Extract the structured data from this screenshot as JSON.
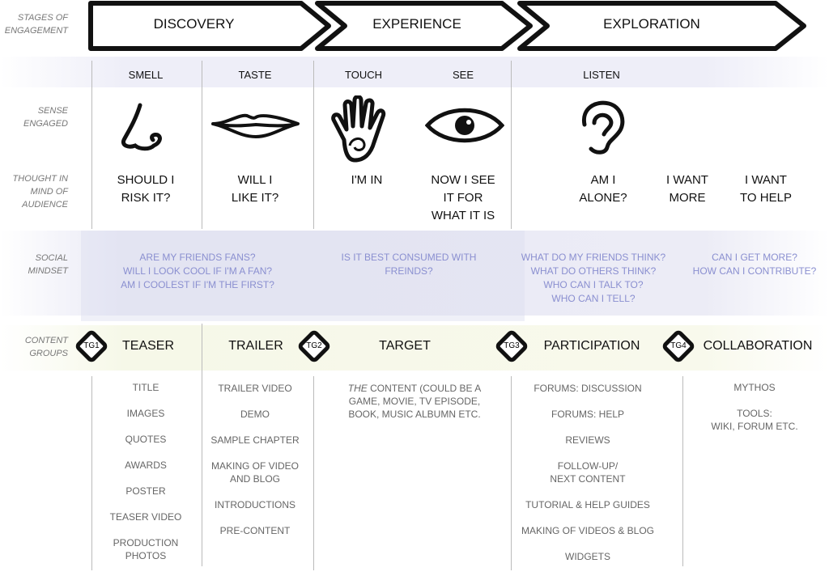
{
  "row_labels": {
    "stages": [
      "STAGES OF",
      "ENGAGEMENT"
    ],
    "sense": [
      "SENSE",
      "ENGAGED"
    ],
    "thought": [
      "THOUGHT IN",
      "MIND OF",
      "AUDIENCE"
    ],
    "social": [
      "SOCIAL",
      "MINDSET"
    ],
    "content": [
      "CONTENT",
      "GROUPS"
    ]
  },
  "stages": [
    "DISCOVERY",
    "EXPERIENCE",
    "EXPLORATION"
  ],
  "senses": [
    "SMELL",
    "TASTE",
    "TOUCH",
    "SEE",
    "LISTEN"
  ],
  "thoughts": [
    [
      "SHOULD I",
      "RISK IT?"
    ],
    [
      "WILL I",
      "LIKE IT?"
    ],
    [
      "I'M IN"
    ],
    [
      "NOW I SEE",
      "IT FOR",
      "WHAT IT IS"
    ],
    [
      "AM I",
      "ALONE?"
    ],
    [
      "I WANT",
      "MORE"
    ],
    [
      "I WANT",
      "TO HELP"
    ]
  ],
  "social": [
    [
      "ARE MY FRIENDS FANS?",
      "WILL I LOOK COOL IF I'M A FAN?",
      "AM I COOLEST IF I'M THE FIRST?"
    ],
    [
      "IS IT BEST CONSUMED WITH",
      "FREINDS?"
    ],
    [
      "WHAT DO MY FRIENDS THINK?",
      "WHAT DO OTHERS THINK?",
      "WHO CAN I TALK TO?",
      "WHO CAN I TELL?"
    ],
    [
      "CAN I GET MORE?",
      "HOW CAN I CONTRIBUTE?"
    ]
  ],
  "groups": [
    "TEASER",
    "TRAILER",
    "TARGET",
    "PARTICIPATION",
    "COLLABORATION"
  ],
  "tags": [
    "TG1",
    "TG2",
    "TG3",
    "TG4"
  ],
  "lists": {
    "teaser": [
      "TITLE",
      "IMAGES",
      "QUOTES",
      "AWARDS",
      "POSTER",
      "TEASER VIDEO",
      "PRODUCTION\nPHOTOS"
    ],
    "trailer": [
      "TRAILER VIDEO",
      "DEMO",
      "SAMPLE CHAPTER",
      "MAKING OF VIDEO\nAND BLOG",
      "INTRODUCTIONS",
      "PRE-CONTENT"
    ],
    "target_em": "THE",
    "target": " CONTENT (COULD BE A\nGAME, MOVIE, TV EPISODE,\nBOOK, MUSIC ALBUMN ETC.",
    "participation": [
      "FORUMS: DISCUSSION",
      "FORUMS: HELP",
      "REVIEWS",
      "FOLLOW-UP/\nNEXT CONTENT",
      "TUTORIAL & HELP GUIDES",
      "MAKING OF VIDEOS & BLOG",
      "WIDGETS"
    ],
    "collaboration": [
      "MYTHOS",
      "TOOLS:\nWIKI, FORUM ETC."
    ]
  }
}
